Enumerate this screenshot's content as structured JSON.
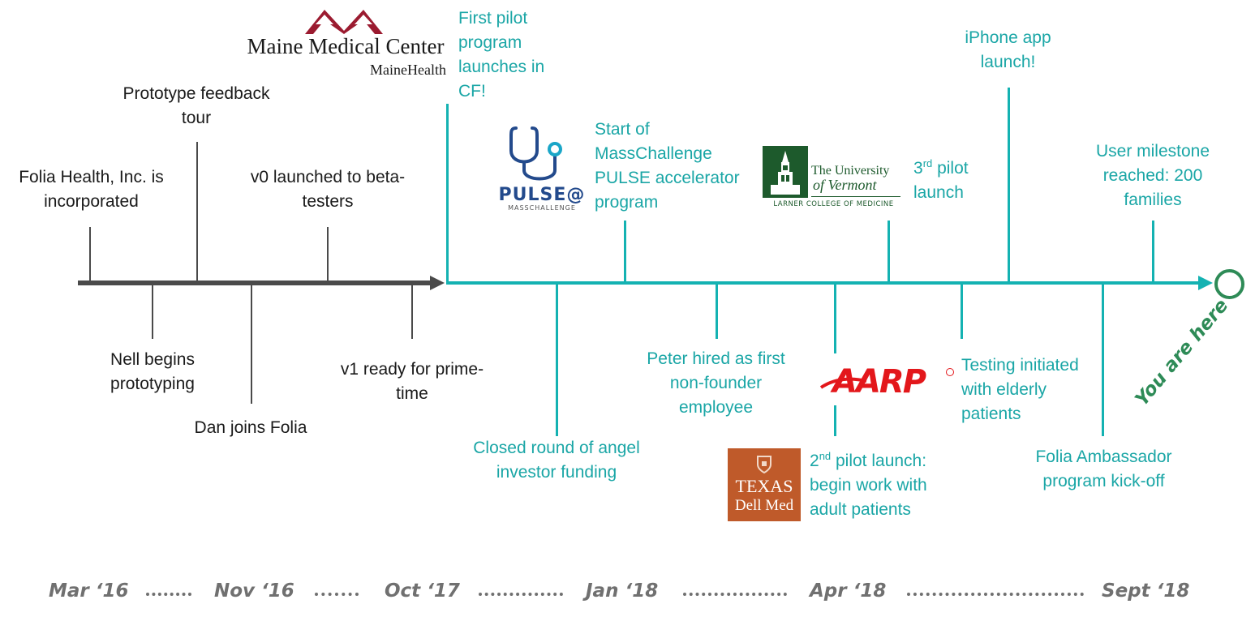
{
  "milestones": {
    "incorporated": "Folia Health, Inc. is incorporated",
    "nell": "Nell begins prototyping",
    "prototype_tour": "Prototype feedback tour",
    "dan": "Dan joins Folia",
    "v0": "v0 launched to beta-testers",
    "v1": "v1 ready for prime-time",
    "first_pilot": "First pilot program launches in CF!",
    "angel": "Closed round of angel investor funding",
    "masschallenge": "Start of MassChallenge PULSE accelerator program",
    "peter": "Peter hired as first non-founder employee",
    "second_pilot_ord": "2",
    "second_pilot_sup": "nd",
    "second_pilot_rest": " pilot launch: begin work with adult patients",
    "third_pilot_ord": "3",
    "third_pilot_sup": "rd",
    "third_pilot_rest": " pilot launch",
    "elderly": "Testing initiated with elderly patients",
    "iphone": "iPhone app launch!",
    "ambassador": "Folia Ambassador program kick-off",
    "user_milestone": "User milestone reached: 200 families",
    "you_are_here": "You are here"
  },
  "axis": {
    "mar16": "Mar ‘16",
    "nov16": "Nov ‘16",
    "oct17": "Oct ‘17",
    "jan18": "Jan ‘18",
    "apr18": "Apr ‘18",
    "sept18": "Sept ‘18"
  },
  "logos": {
    "maine_line1": "Maine Medical Center",
    "maine_line2": "MaineHealth",
    "pulse_line1": "PULSE@",
    "pulse_line2": "MASSCHALLENGE",
    "uvm_line1": "The University",
    "uvm_line2": "of Vermont",
    "uvm_line3": "LARNER COLLEGE OF MEDICINE",
    "aarp": "AARP",
    "texas_line1": "TEXAS",
    "texas_line2": "Dell Med"
  },
  "colors": {
    "teal": "#14b2b2",
    "teal_text": "#1aa6a6",
    "dark_line": "#4a4a4a",
    "green": "#2e8b57",
    "maine_red": "#9b1b30",
    "aarp_red": "#e3171b",
    "texas_orange": "#bf5a2a",
    "uvm_green": "#1d5a2c"
  }
}
